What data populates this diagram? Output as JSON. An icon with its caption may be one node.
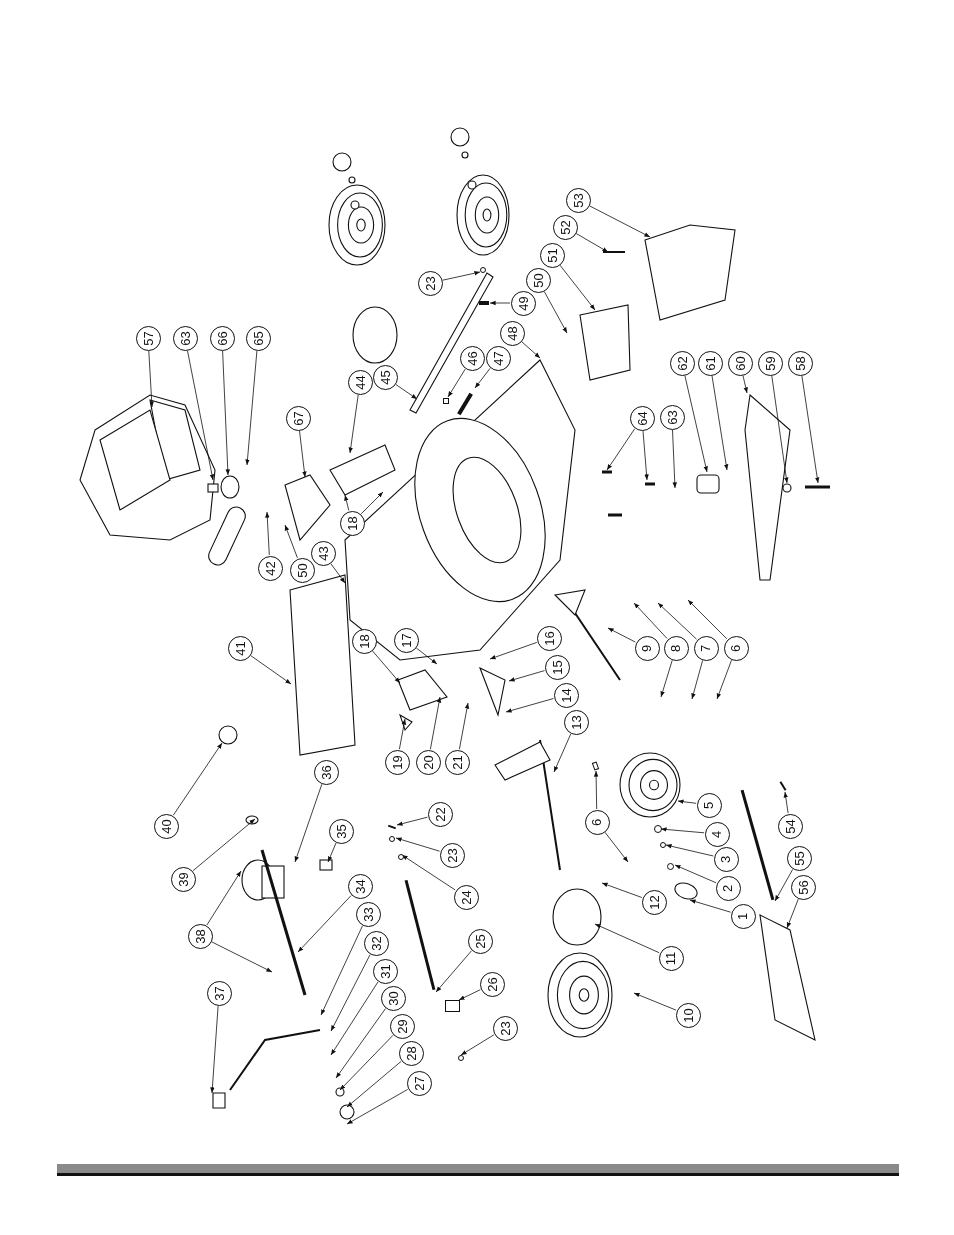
{
  "diagram": {
    "nodes": [
      {
        "text": [
          "57"
        ]
      },
      {
        "text": [
          "63"
        ]
      },
      {
        "text": [
          "66"
        ]
      },
      {
        "text": [
          "65"
        ]
      },
      {
        "text": [
          "67"
        ]
      },
      {
        "text": [
          "44"
        ]
      },
      {
        "text": [
          "18"
        ]
      },
      {
        "text": [
          "42"
        ]
      },
      {
        "text": [
          "50"
        ]
      },
      {
        "text": [
          "43"
        ]
      },
      {
        "text": [
          "45"
        ]
      },
      {
        "text": [
          "23"
        ]
      },
      {
        "text": [
          "46"
        ]
      },
      {
        "text": [
          "47"
        ]
      },
      {
        "text": [
          "48"
        ]
      },
      {
        "text": [
          "49"
        ]
      },
      {
        "text": [
          "50"
        ]
      },
      {
        "text": [
          "51"
        ]
      },
      {
        "text": [
          "52"
        ]
      },
      {
        "text": [
          "53"
        ]
      },
      {
        "text": [
          "64"
        ]
      },
      {
        "text": [
          "63"
        ]
      },
      {
        "text": [
          "62"
        ]
      },
      {
        "text": [
          "61"
        ]
      },
      {
        "text": [
          "60"
        ]
      },
      {
        "text": [
          "59"
        ]
      },
      {
        "text": [
          "58"
        ]
      },
      {
        "text": [
          "41"
        ]
      },
      {
        "text": [
          "18"
        ]
      },
      {
        "text": [
          "17"
        ]
      },
      {
        "text": [
          "16"
        ]
      },
      {
        "text": [
          "15"
        ]
      },
      {
        "text": [
          "14"
        ]
      },
      {
        "text": [
          "13"
        ]
      },
      {
        "text": [
          "9"
        ]
      },
      {
        "text": [
          "8"
        ]
      },
      {
        "text": [
          "7"
        ]
      },
      {
        "text": [
          "6"
        ]
      },
      {
        "text": [
          "19"
        ]
      },
      {
        "text": [
          "20"
        ]
      },
      {
        "text": [
          "21"
        ]
      },
      {
        "text": [
          "40"
        ]
      },
      {
        "text": [
          "36"
        ]
      },
      {
        "text": [
          "35"
        ]
      },
      {
        "text": [
          "39"
        ]
      },
      {
        "text": [
          "22"
        ]
      },
      {
        "text": [
          "23"
        ]
      },
      {
        "text": [
          "24"
        ]
      },
      {
        "text": [
          "6"
        ]
      },
      {
        "text": [
          "5"
        ]
      },
      {
        "text": [
          "4"
        ]
      },
      {
        "text": [
          "3"
        ]
      },
      {
        "text": [
          "2"
        ]
      },
      {
        "text": [
          "1"
        ]
      },
      {
        "text": [
          "54"
        ]
      },
      {
        "text": [
          "55"
        ]
      },
      {
        "text": [
          "56"
        ]
      },
      {
        "text": [
          "34"
        ]
      },
      {
        "text": [
          "38"
        ]
      },
      {
        "text": [
          "33"
        ]
      },
      {
        "text": [
          "32"
        ]
      },
      {
        "text": [
          "31"
        ]
      },
      {
        "text": [
          "30"
        ]
      },
      {
        "text": [
          "29"
        ]
      },
      {
        "text": [
          "28"
        ]
      },
      {
        "text": [
          "27"
        ]
      },
      {
        "text": [
          "25"
        ]
      },
      {
        "text": [
          "26"
        ]
      },
      {
        "text": [
          "23"
        ]
      },
      {
        "text": [
          "12"
        ]
      },
      {
        "text": [
          "11"
        ]
      },
      {
        "text": [
          "10"
        ]
      },
      {
        "text": [
          "37"
        ]
      },
      {
        "text": [],
        "shape": "bar"
      },
      {
        "text": [],
        "shape": "bar"
      },
      {
        "text": [],
        "shape": "circle"
      },
      {
        "text": [],
        "shape": "circle"
      },
      {
        "text": [],
        "shape": "bar"
      },
      {
        "text": [],
        "shape": "bar"
      },
      {
        "text": [],
        "shape": "bar"
      },
      {
        "text": [],
        "shape": "circle"
      },
      {
        "text": [],
        "shape": "circle"
      },
      {
        "text": [],
        "shape": "box"
      },
      {
        "text": [],
        "shape": "circle"
      },
      {
        "text": [],
        "shape": "circle"
      },
      {
        "text": [],
        "shape": "box"
      },
      {
        "text": [],
        "shape": "circle"
      },
      {
        "text": [],
        "shape": "circle"
      },
      {
        "text": [],
        "shape": "bar"
      },
      {
        "text": [],
        "shape": "circle"
      },
      {
        "text": [],
        "shape": "box"
      }
    ],
    "edges": [
      {
        "from": 0,
        "to": null,
        "arrow": "to"
      },
      {
        "from": 1,
        "to": null,
        "arrow": "to"
      },
      {
        "from": 2,
        "to": null,
        "arrow": "to"
      },
      {
        "from": 3,
        "to": null,
        "arrow": "to"
      },
      {
        "from": 4,
        "to": null,
        "arrow": "to"
      },
      {
        "from": 5,
        "to": null,
        "arrow": "to"
      },
      {
        "from": 6,
        "to": null,
        "arrow": "to"
      },
      {
        "from": 6,
        "to": null,
        "arrow": "to"
      },
      {
        "from": 7,
        "to": null,
        "arrow": "to"
      },
      {
        "from": 8,
        "to": null,
        "arrow": "to"
      },
      {
        "from": 9,
        "to": null,
        "arrow": "to"
      },
      {
        "from": 10,
        "to": null,
        "arrow": "to"
      },
      {
        "from": 11,
        "to": 81,
        "arrow": "to"
      },
      {
        "from": 12,
        "to": 85,
        "arrow": "to"
      },
      {
        "from": 13,
        "to": 73,
        "arrow": "to"
      },
      {
        "from": 14,
        "to": null,
        "arrow": "to"
      },
      {
        "from": 15,
        "to": 74,
        "arrow": "to"
      },
      {
        "from": 16,
        "to": null,
        "arrow": "to"
      },
      {
        "from": 17,
        "to": null,
        "arrow": "to"
      },
      {
        "from": 18,
        "to": null,
        "arrow": "to"
      },
      {
        "from": 19,
        "to": null,
        "arrow": "to"
      },
      {
        "from": 20,
        "to": null,
        "arrow": "to"
      },
      {
        "from": 20,
        "to": null,
        "arrow": "to"
      },
      {
        "from": 21,
        "to": null,
        "arrow": "to"
      },
      {
        "from": 22,
        "to": null,
        "arrow": "to"
      },
      {
        "from": 23,
        "to": null,
        "arrow": "to"
      },
      {
        "from": 24,
        "to": null,
        "arrow": "to"
      },
      {
        "from": 25,
        "to": null,
        "arrow": "to"
      },
      {
        "from": 26,
        "to": null,
        "arrow": "to"
      },
      {
        "from": 27,
        "to": null,
        "arrow": "to"
      },
      {
        "from": 28,
        "to": null,
        "arrow": "to"
      },
      {
        "from": 29,
        "to": null,
        "arrow": "to"
      },
      {
        "from": 30,
        "to": null,
        "arrow": "to"
      },
      {
        "from": 31,
        "to": null,
        "arrow": "to"
      },
      {
        "from": 32,
        "to": null,
        "arrow": "to"
      },
      {
        "from": 33,
        "to": null,
        "arrow": "to"
      },
      {
        "from": 34,
        "to": null,
        "arrow": "to"
      },
      {
        "from": 35,
        "to": null,
        "arrow": "to"
      },
      {
        "from": 35,
        "to": null,
        "arrow": "to"
      },
      {
        "from": 36,
        "to": null,
        "arrow": "to"
      },
      {
        "from": 36,
        "to": null,
        "arrow": "to"
      },
      {
        "from": 37,
        "to": null,
        "arrow": "to"
      },
      {
        "from": 37,
        "to": null,
        "arrow": "to"
      },
      {
        "from": 38,
        "to": null,
        "arrow": "to"
      },
      {
        "from": 39,
        "to": null,
        "arrow": "to"
      },
      {
        "from": 40,
        "to": null,
        "arrow": "to"
      },
      {
        "from": 41,
        "to": null,
        "arrow": "to"
      },
      {
        "from": 42,
        "to": null,
        "arrow": "to"
      },
      {
        "from": 43,
        "to": null,
        "arrow": "to"
      },
      {
        "from": 44,
        "to": null,
        "arrow": "to"
      },
      {
        "from": 45,
        "to": 88,
        "arrow": "to"
      },
      {
        "from": 46,
        "to": 89,
        "arrow": "to"
      },
      {
        "from": 47,
        "to": 86,
        "arrow": "to"
      },
      {
        "from": 48,
        "to": 90,
        "arrow": "to"
      },
      {
        "from": 48,
        "to": null,
        "arrow": "to"
      },
      {
        "from": 49,
        "to": 87,
        "arrow": "to"
      },
      {
        "from": 50,
        "to": 84,
        "arrow": "to"
      },
      {
        "from": 51,
        "to": 83,
        "arrow": "to"
      },
      {
        "from": 52,
        "to": 75,
        "arrow": "to"
      },
      {
        "from": 53,
        "to": 76,
        "arrow": "to"
      },
      {
        "from": 54,
        "to": 77,
        "arrow": "to"
      },
      {
        "from": 55,
        "to": 78,
        "arrow": "to"
      },
      {
        "from": 56,
        "to": null,
        "arrow": "to"
      },
      {
        "from": 57,
        "to": null,
        "arrow": "to"
      },
      {
        "from": 58,
        "to": null,
        "arrow": "to"
      },
      {
        "from": 58,
        "to": null,
        "arrow": "to"
      },
      {
        "from": 59,
        "to": null,
        "arrow": "to"
      },
      {
        "from": 60,
        "to": null,
        "arrow": "to"
      },
      {
        "from": 61,
        "to": null,
        "arrow": "to"
      },
      {
        "from": 62,
        "to": null,
        "arrow": "to"
      },
      {
        "from": 63,
        "to": null,
        "arrow": "to"
      },
      {
        "from": 64,
        "to": null,
        "arrow": "to"
      },
      {
        "from": 65,
        "to": null,
        "arrow": "to"
      },
      {
        "from": 66,
        "to": 79,
        "arrow": "to"
      },
      {
        "from": 67,
        "to": 82,
        "arrow": "to"
      },
      {
        "from": 68,
        "to": 80,
        "arrow": "to"
      },
      {
        "from": 69,
        "to": null,
        "arrow": "to"
      },
      {
        "from": 70,
        "to": null,
        "arrow": "to"
      },
      {
        "from": 71,
        "to": null,
        "arrow": "to"
      },
      {
        "from": 72,
        "to": null,
        "arrow": "to"
      }
    ]
  }
}
